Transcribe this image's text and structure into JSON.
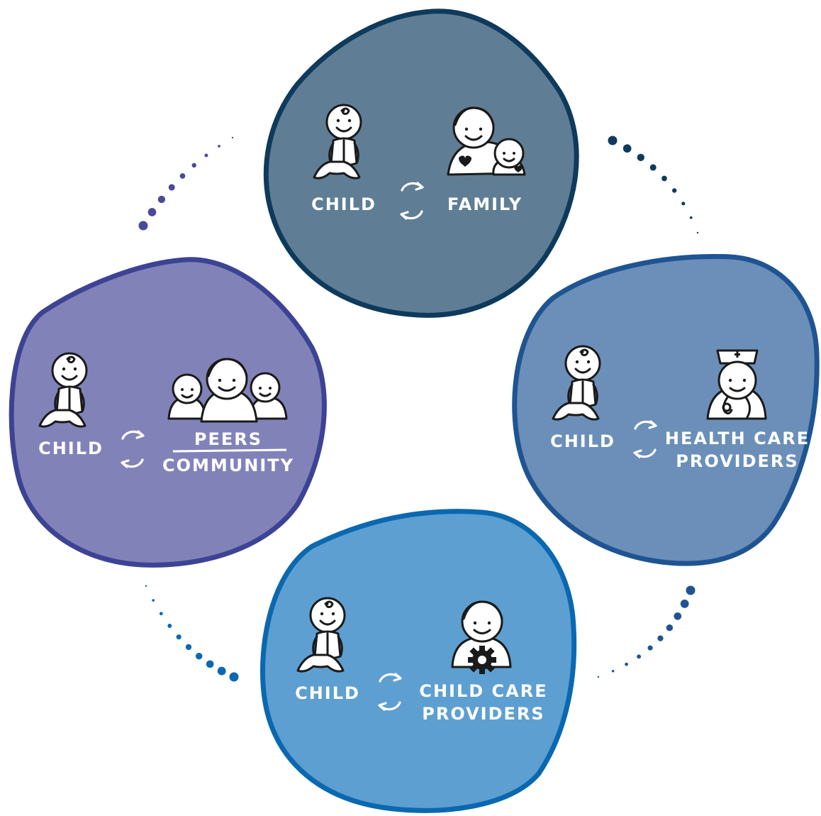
{
  "colors": {
    "family_fill": "#5f7e95",
    "family_stroke": "#0e3a5c",
    "health_fill": "#6b8fb8",
    "health_stroke": "#1f5492",
    "childcare_fill": "#5d9fd0",
    "childcare_stroke": "#0a68b0",
    "peers_fill": "#8183b8",
    "peers_stroke": "#3d4394",
    "dots_topleft": "#4b4999",
    "dots_topright": "#0e3a5c",
    "dots_bottomleft": "#0a68b0",
    "dots_bottomright": "#1f5492"
  },
  "blobs": {
    "family": {
      "child_label": "CHILD",
      "partner_label": "FAMILY",
      "icon": "mother-and-baby-icon"
    },
    "health": {
      "child_label": "CHILD",
      "partner_line1": "HEALTH CARE",
      "partner_line2": "PROVIDERS",
      "icon": "nurse-icon"
    },
    "childcare": {
      "child_label": "CHILD",
      "partner_line1": "CHILD CARE",
      "partner_line2": "PROVIDERS",
      "icon": "caregiver-gear-icon"
    },
    "peers": {
      "child_label": "CHILD",
      "partner_line1": "PEERS",
      "partner_line2": "COMMUNITY",
      "icon": "peers-group-icon"
    }
  }
}
